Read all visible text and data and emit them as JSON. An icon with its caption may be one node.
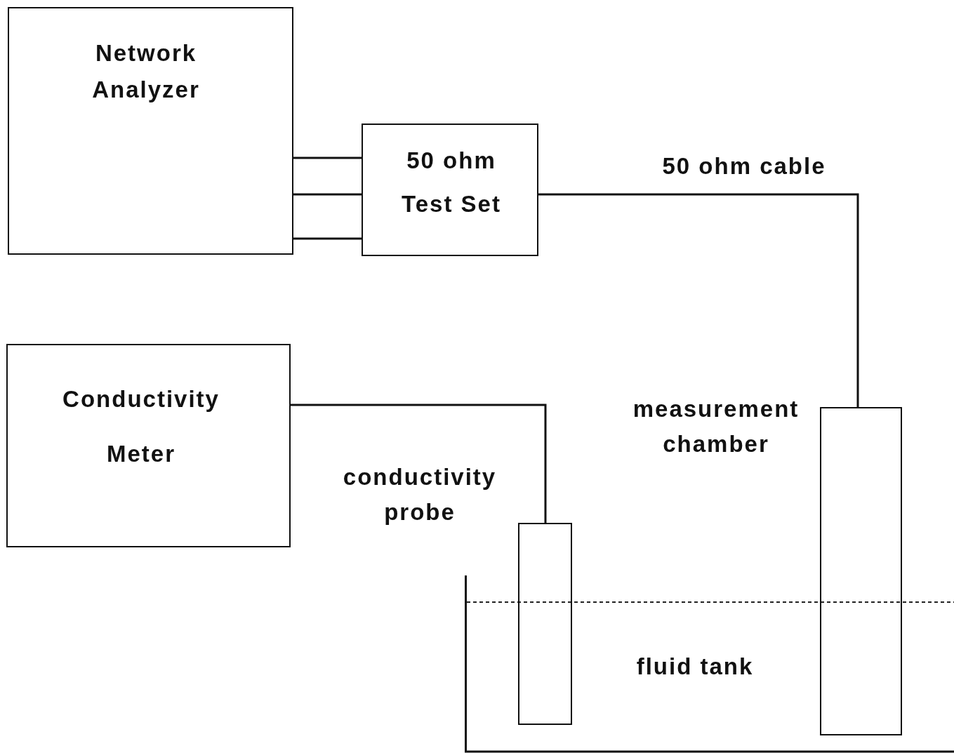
{
  "diagram": {
    "nodes": [
      {
        "text": [
          "Network Analyzer"
        ]
      },
      {
        "text": [
          "50 ohm Test Set"
        ]
      },
      {
        "text": [
          "Conductivity Meter"
        ]
      },
      {
        "text": [],
        "shape": "box",
        "beside": [
          "conductivity probe"
        ]
      },
      {
        "text": [],
        "shape": "box",
        "beside": [
          "measurement chamber"
        ]
      },
      {
        "text": [
          "fluid tank"
        ]
      }
    ],
    "edges": [
      {
        "from": 0,
        "to": 1,
        "arrow": "none"
      },
      {
        "from": 0,
        "to": 1,
        "arrow": "none"
      },
      {
        "from": 0,
        "to": 1,
        "arrow": "none"
      },
      {
        "from": 1,
        "to": 4,
        "arrow": "none",
        "label": "50 ohm cable"
      },
      {
        "from": 2,
        "to": 3,
        "arrow": "none"
      }
    ]
  }
}
